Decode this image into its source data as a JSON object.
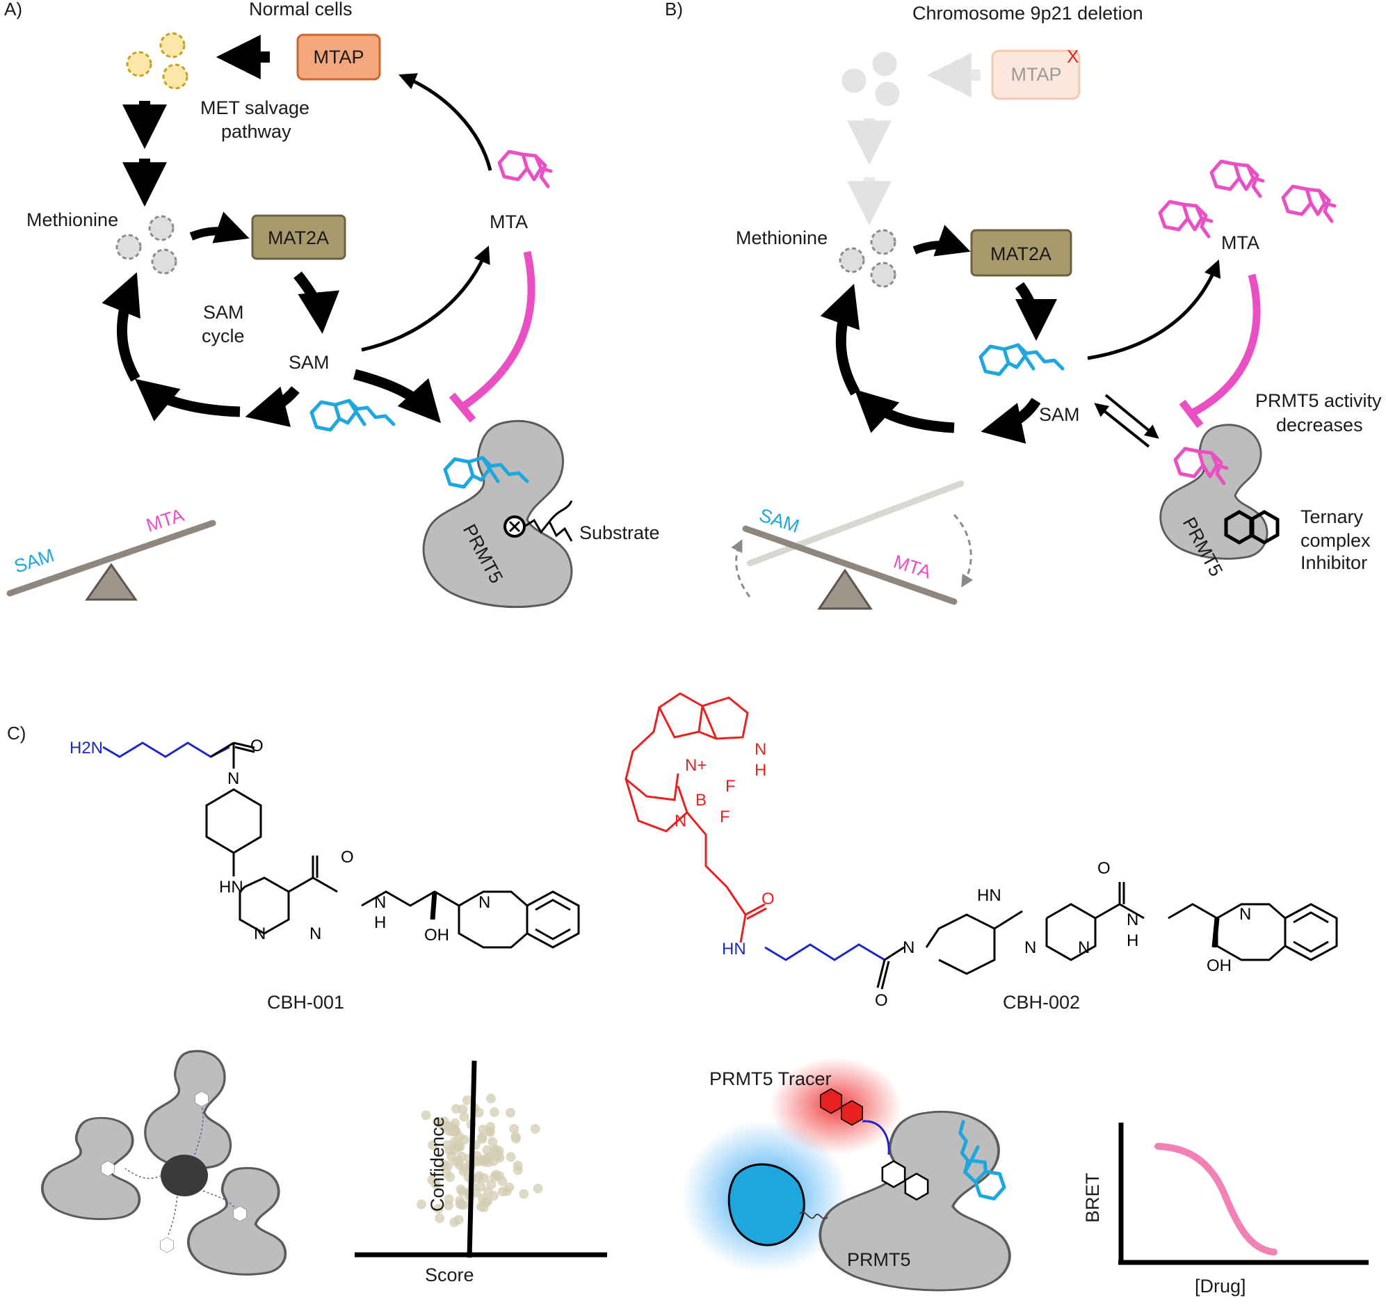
{
  "panels": {
    "a": "A)",
    "b": "B)",
    "c": "C)"
  },
  "panel_a": {
    "title": "Normal cells",
    "mtap": "MTAP",
    "met_salvage_1": "MET salvage",
    "met_salvage_2": "pathway",
    "methionine": "Methionine",
    "mat2a": "MAT2A",
    "mta": "MTA",
    "sam_cycle_1": "SAM",
    "sam_cycle_2": "cycle",
    "sam": "SAM",
    "seesaw_sam": "SAM",
    "seesaw_mta": "MTA",
    "prmt5": "PRMT5",
    "substrate": "Substrate"
  },
  "panel_b": {
    "title": "Chromosome 9p21 deletion",
    "mtap": "MTAP",
    "mtap_x": "X",
    "methionine": "Methionine",
    "mat2a": "MAT2A",
    "mta": "MTA",
    "sam": "SAM",
    "prmt5_activity_1": "PRMT5 activity",
    "prmt5_activity_2": "decreases",
    "ternary_1": "Ternary",
    "ternary_2": "complex",
    "ternary_3": "Inhibitor",
    "seesaw_sam": "SAM",
    "seesaw_mta": "MTA",
    "prmt5": "PRMT5"
  },
  "panel_c": {
    "cbh001": "CBH-001",
    "cbh002": "CBH-002",
    "h2n": "H2N",
    "atoms": {
      "o": "O",
      "n": "N",
      "hn": "HN",
      "h": "H",
      "oh": "OH",
      "b": "B",
      "f": "F",
      "nplus": "N+"
    },
    "scatter_ylabel": "Confidence",
    "scatter_xlabel": "Score",
    "tracer_label": "PRMT5 Tracer",
    "tracer_prmt5": "PRMT5",
    "bret_ylabel": "BRET",
    "bret_xlabel": "[Drug]"
  },
  "colors": {
    "sam_blue": "#1ea6df",
    "mta_pink": "#ea4fc4",
    "mtap_fill": "#f4a67c",
    "mtap_stroke": "#c9652f",
    "mat2a_fill": "#a99a6d",
    "protein_gray": "#bdbdbd",
    "tracer_red": "#e8201f",
    "linker_blue": "#1d27c9",
    "bret_pink": "#f282b6",
    "scatter_tan": "#d3ccb1"
  }
}
